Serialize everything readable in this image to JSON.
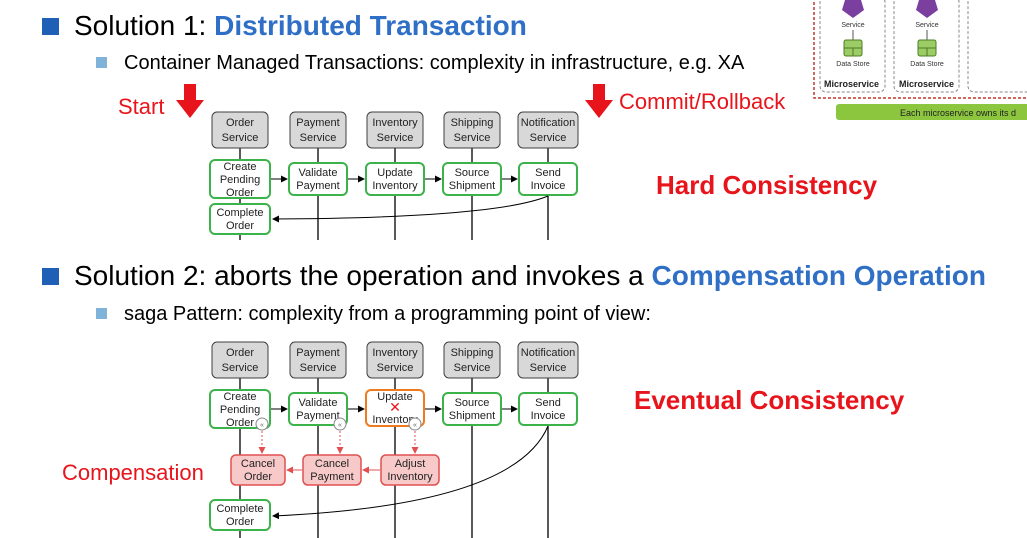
{
  "solution1": {
    "prefix": "Solution 1: ",
    "highlight": "Distributed Transaction",
    "sub": "Container Managed Transactions: complexity in infrastructure, e.g. XA",
    "start_label": "Start",
    "commit_label": "Commit/Rollback",
    "consistency": "Hard Consistency",
    "services": [
      {
        "l1": "Order",
        "l2": "Service"
      },
      {
        "l1": "Payment",
        "l2": "Service"
      },
      {
        "l1": "Inventory",
        "l2": "Service"
      },
      {
        "l1": "Shipping",
        "l2": "Service"
      },
      {
        "l1": "Notification",
        "l2": "Service"
      }
    ],
    "steps": [
      {
        "l1": "Create",
        "l2": "Pending",
        "l3": "Order"
      },
      {
        "l1": "Validate",
        "l2": "Payment"
      },
      {
        "l1": "Update",
        "l2": "Inventory"
      },
      {
        "l1": "Source",
        "l2": "Shipment"
      },
      {
        "l1": "Send",
        "l2": "Invoice"
      }
    ],
    "complete": {
      "l1": "Complete",
      "l2": "Order"
    }
  },
  "solution2": {
    "prefix": "Solution 2:  aborts the operation and invokes a ",
    "highlight": "Compensation Operation",
    "sub": "saga Pattern: complexity from a programming point of view:",
    "compensation_label": "Compensation",
    "consistency": "Eventual Consistency",
    "services": [
      {
        "l1": "Order",
        "l2": "Service"
      },
      {
        "l1": "Payment",
        "l2": "Service"
      },
      {
        "l1": "Inventory",
        "l2": "Service"
      },
      {
        "l1": "Shipping",
        "l2": "Service"
      },
      {
        "l1": "Notification",
        "l2": "Service"
      }
    ],
    "steps": [
      {
        "l1": "Create",
        "l2": "Pending",
        "l3": "Order"
      },
      {
        "l1": "Validate",
        "l2": "Payment"
      },
      {
        "l1": "Update",
        "l2": "Inventory"
      },
      {
        "l1": "Source",
        "l2": "Shipment"
      },
      {
        "l1": "Send",
        "l2": "Invoice"
      }
    ],
    "comp_steps": [
      {
        "l1": "Cancel",
        "l2": "Order"
      },
      {
        "l1": "Cancel",
        "l2": "Payment"
      },
      {
        "l1": "Adjust",
        "l2": "Inventory"
      }
    ],
    "complete": {
      "l1": "Complete",
      "l2": "Order"
    },
    "fail_mark": "✕"
  },
  "microservices_panel": {
    "service_label": "Service",
    "store_label": "Data Store",
    "ms_label": "Microservice",
    "footer": "Each microservice owns its d"
  },
  "colors": {
    "accent_blue": "#2f6fc6",
    "red": "#e8141b",
    "step_green": "#3cb34a",
    "fail_orange": "#f07a1e",
    "comp_red": "#e05050"
  }
}
